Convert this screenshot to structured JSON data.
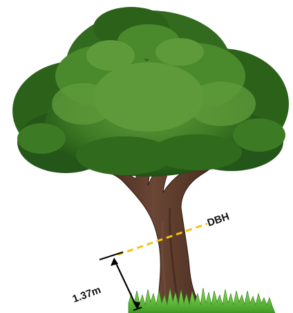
{
  "diagram": {
    "dbh_label": "DBH",
    "height_label": "1.37m"
  },
  "colors": {
    "canopy_dark": "#1f5014",
    "canopy_mid": "#3d7a24",
    "canopy_light": "#5e9a3a",
    "trunk": "#5a3a2c",
    "trunk_shadow": "#3e2419",
    "grass": "#5fc23a",
    "dbh_line": "#f2c21b",
    "measure_line": "#000000"
  },
  "icons": {
    "tree": "tree-illustration",
    "grass": "grass-illustration",
    "measure": "double-arrow-icon"
  }
}
